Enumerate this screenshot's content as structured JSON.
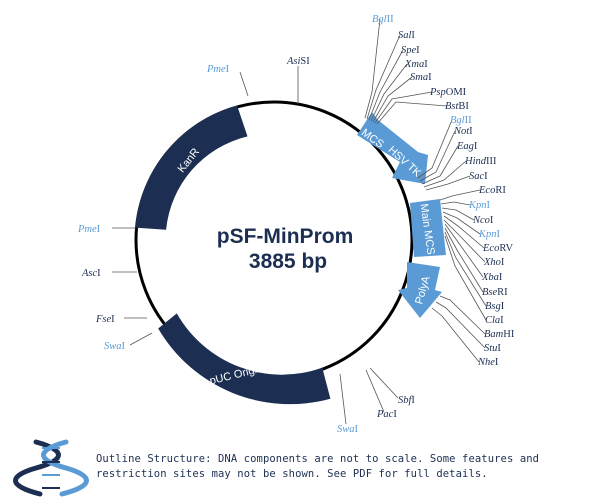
{
  "plasmid": {
    "name": "pSF-MinProm",
    "size": "3885 bp"
  },
  "colors": {
    "feature_dark": "#1c2f52",
    "feature_blue": "#5b9bd5",
    "site_dark": "#1c2f52",
    "site_blue": "#5b9bd5",
    "backbone": "#000000"
  },
  "features": [
    {
      "id": "kanr",
      "label": "KanR",
      "color": "dark"
    },
    {
      "id": "puc-origin",
      "label": "pUC Origin",
      "color": "dark"
    },
    {
      "id": "mcs",
      "label": "MCS",
      "color": "blue"
    },
    {
      "id": "hsv-tk",
      "label": "HSV TK",
      "color": "blue"
    },
    {
      "id": "main-mcs",
      "label": "Main MCS",
      "color": "blue"
    },
    {
      "id": "polya",
      "label": "PolyA",
      "color": "blue"
    }
  ],
  "sites_top": [
    {
      "pre": "Bgl",
      "post": "II",
      "color": "blue"
    },
    {
      "pre": "Sal",
      "post": "I",
      "color": "dark"
    },
    {
      "pre": "Spe",
      "post": "I",
      "color": "dark"
    },
    {
      "pre": "Xma",
      "post": "I",
      "color": "dark"
    },
    {
      "pre": "Sma",
      "post": "I",
      "color": "dark"
    },
    {
      "pre": "Psp",
      "post": "OMI",
      "color": "dark"
    },
    {
      "pre": "Bst",
      "post": "BI",
      "color": "dark"
    }
  ],
  "sites_right": [
    {
      "pre": "Bgl",
      "post": "II",
      "color": "blue"
    },
    {
      "pre": "Not",
      "post": "I",
      "color": "dark"
    },
    {
      "pre": "Eag",
      "post": "I",
      "color": "dark"
    },
    {
      "pre": "Hind",
      "post": "III",
      "color": "dark"
    },
    {
      "pre": "Sac",
      "post": "I",
      "color": "dark"
    },
    {
      "pre": "Eco",
      "post": "RI",
      "color": "dark"
    },
    {
      "pre": "Kpn",
      "post": "I",
      "color": "blue"
    },
    {
      "pre": "Nco",
      "post": "I",
      "color": "dark"
    },
    {
      "pre": "Kpn",
      "post": "I",
      "color": "blue"
    },
    {
      "pre": "Eco",
      "post": "RV",
      "color": "dark"
    },
    {
      "pre": "Xho",
      "post": "I",
      "color": "dark"
    },
    {
      "pre": "Xba",
      "post": "I",
      "color": "dark"
    },
    {
      "pre": "Bse",
      "post": "RI",
      "color": "dark"
    },
    {
      "pre": "Bsg",
      "post": "I",
      "color": "dark"
    },
    {
      "pre": "Cla",
      "post": "I",
      "color": "dark"
    },
    {
      "pre": "Bam",
      "post": "HI",
      "color": "dark"
    },
    {
      "pre": "Stu",
      "post": "I",
      "color": "dark"
    },
    {
      "pre": "Nhe",
      "post": "I",
      "color": "dark"
    }
  ],
  "sites_other": [
    {
      "pre": "Asi",
      "post": "SI",
      "color": "dark"
    },
    {
      "pre": "Pme",
      "post": "I",
      "color": "blue"
    },
    {
      "pre": "Pme",
      "post": "I",
      "color": "blue"
    },
    {
      "pre": "Asc",
      "post": "I",
      "color": "dark"
    },
    {
      "pre": "Fse",
      "post": "I",
      "color": "dark"
    },
    {
      "pre": "Swa",
      "post": "I",
      "color": "blue"
    },
    {
      "pre": "Sbf",
      "post": "I",
      "color": "dark"
    },
    {
      "pre": "Pac",
      "post": "I",
      "color": "dark"
    },
    {
      "pre": "Swa",
      "post": "I",
      "color": "blue"
    }
  ],
  "footer": {
    "note": "Outline Structure: DNA components are not to scale. Some features and restriction sites may not be shown. See PDF for full details."
  },
  "logo": {
    "icon": "dna-helix-icon"
  }
}
